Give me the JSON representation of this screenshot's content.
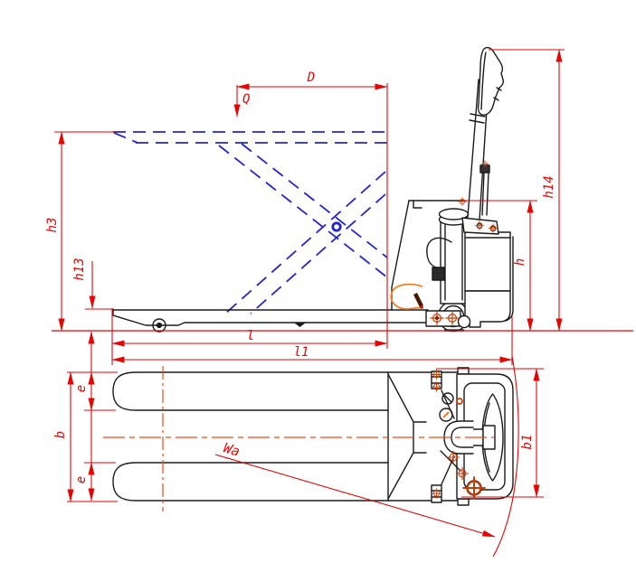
{
  "drawing": {
    "description": "Two-view dimensioned outline drawing of an electric pedestrian pallet truck (side elevation with raised-fork lift profile shown dashed, and top plan view with turning radius)",
    "labels": {
      "D": "D",
      "Q": "Q",
      "h3": "h3",
      "h13": "h13",
      "h14": "h14",
      "h": "h",
      "l": "l",
      "l1": "l1",
      "b": "b",
      "e_upper": "e",
      "e_lower": "e",
      "b1": "b1",
      "Wa": "Wa"
    },
    "colors": {
      "dimension_red": "#e60505",
      "centerline_red_orange": "#ee4a14",
      "lift_profile_blue": "#2424cd",
      "outline_black": "#1b1b1b",
      "accent_orange": "#ee7d28",
      "marker_red_orange": "#c83c05",
      "background": "#ffffff"
    }
  }
}
